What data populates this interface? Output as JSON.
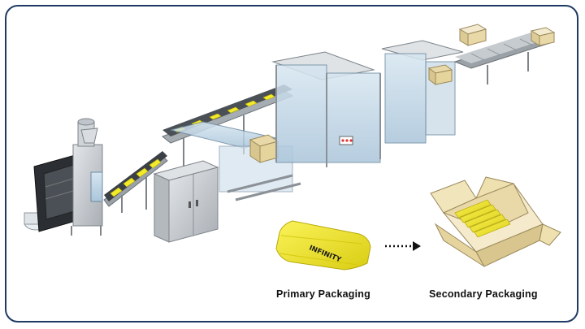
{
  "labels": {
    "primary": "Primary Packaging",
    "secondary": "Secondary Packaging"
  },
  "pouch": {
    "brand_text": "INFINITY"
  },
  "colors": {
    "border": "#1f3b63",
    "pouch_yellow": "#f3ea2a",
    "machine_steel": "#c9cdd2",
    "glass_blue": "#bfd6e8",
    "carton": "#ead9a8"
  },
  "icons": {
    "flow_arrow": "dotted-arrow-right-icon"
  }
}
